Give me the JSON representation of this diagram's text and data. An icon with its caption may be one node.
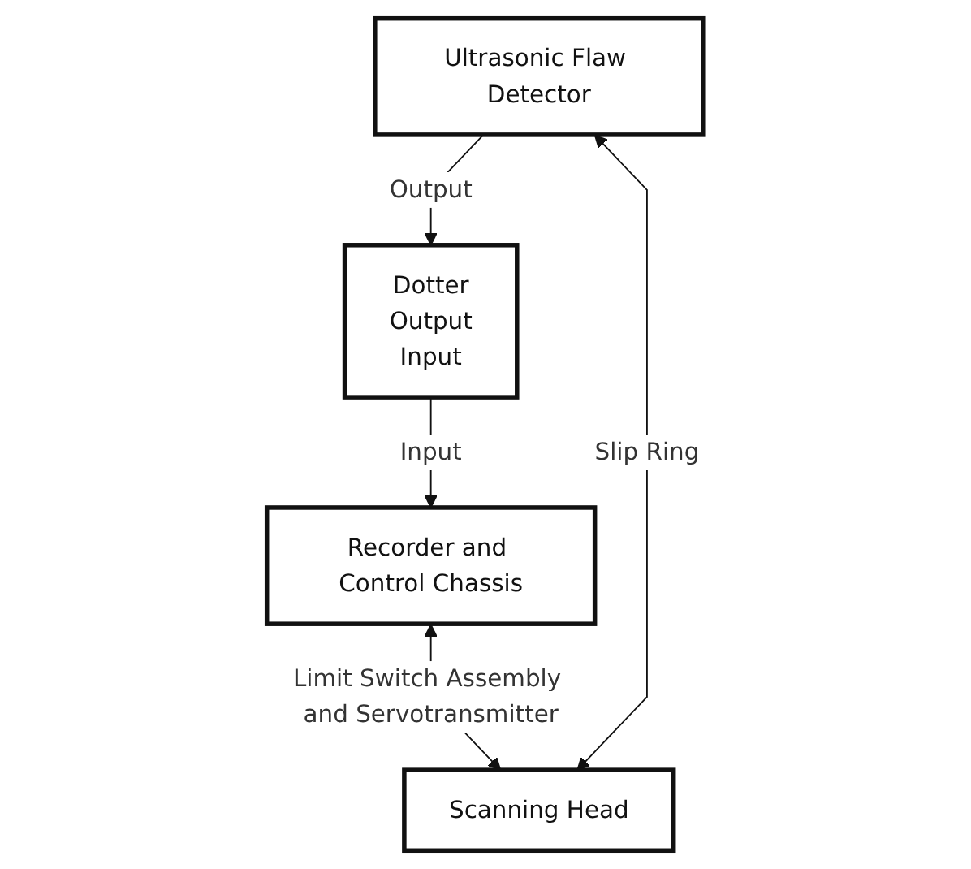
{
  "diagram": {
    "nodes": [
      {
        "text": [
          "Dotter",
          "Output",
          "Input"
        ]
      },
      {
        "text": [
          "Recorder and Control Chassis"
        ]
      },
      {
        "text": [
          "Ultrasonic Flaw Detector"
        ]
      },
      {
        "text": [
          "Scanning Head"
        ]
      }
    ],
    "edges": [
      {
        "from": 0,
        "to": 1,
        "arrow": "to",
        "label": "Input"
      },
      {
        "from": 2,
        "to": 0,
        "arrow": "to",
        "label": "Output"
      },
      {
        "from": 1,
        "to": 3,
        "arrow": "both",
        "label": "Limit Switch Assembly and Servotransmitter"
      },
      {
        "from": 2,
        "to": 3,
        "arrow": "both",
        "label": "Slip Ring"
      }
    ]
  }
}
